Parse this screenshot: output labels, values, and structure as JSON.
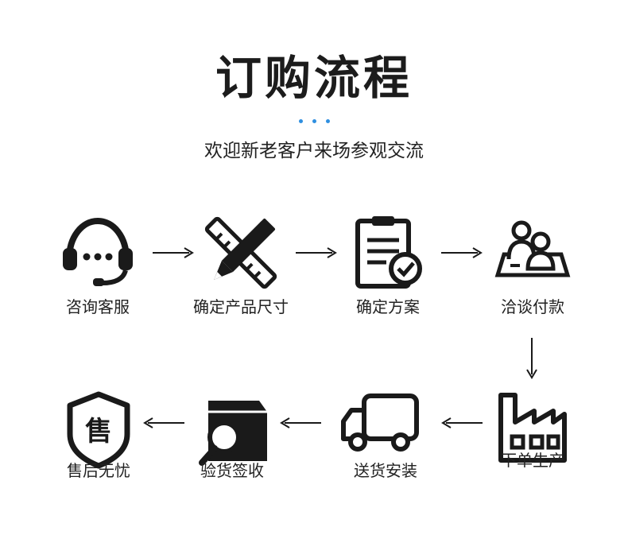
{
  "title": "订购流程",
  "subtitle": "欢迎新老客户来场参观交流",
  "steps": [
    {
      "label": "咨询客服",
      "icon": "headset-icon"
    },
    {
      "label": "确定产品尺寸",
      "icon": "pencil-ruler-icon"
    },
    {
      "label": "确定方案",
      "icon": "clipboard-check-icon"
    },
    {
      "label": "洽谈付款",
      "icon": "meeting-icon"
    },
    {
      "label": "下单生产",
      "icon": "factory-icon"
    },
    {
      "label": "送货安装",
      "icon": "truck-icon"
    },
    {
      "label": "验货签收",
      "icon": "box-search-icon"
    },
    {
      "label": "售后无忧",
      "icon": "shield-icon",
      "badge_text": "售"
    }
  ]
}
